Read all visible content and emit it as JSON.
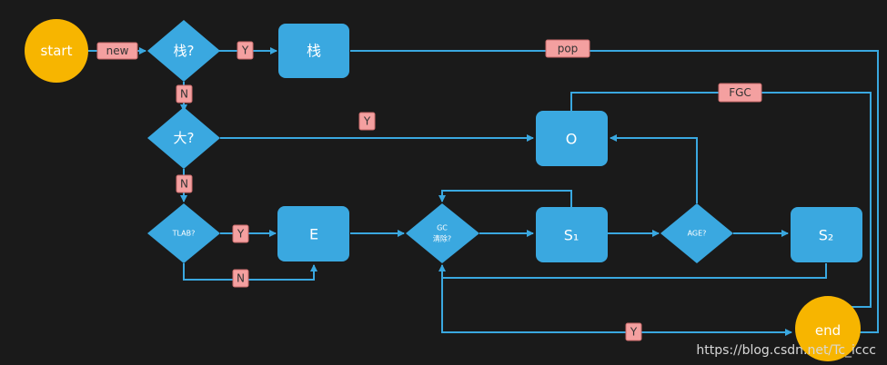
{
  "colors": {
    "background": "#1a1a1a",
    "node_fill": "#3aa8e0",
    "terminal_fill": "#f7b500",
    "line": "#3aa8e0",
    "label_fill": "#f4a0a0",
    "label_stroke": "#c96a6a"
  },
  "nodes": {
    "start": "start",
    "end": "end",
    "stack_q": "栈?",
    "stack": "栈",
    "big_q": "大?",
    "old": "O",
    "tlab_q": "TLAB?",
    "eden": "E",
    "gc_q_line1": "GC",
    "gc_q_line2": "清除?",
    "s1": "S₁",
    "age_q": "AGE?",
    "s2": "S₂"
  },
  "labels": {
    "new": "new",
    "yes": "Y",
    "no": "N",
    "pop": "pop",
    "fgc": "FGC"
  },
  "watermark": "https://blog.csdn.net/Tc_iccc"
}
